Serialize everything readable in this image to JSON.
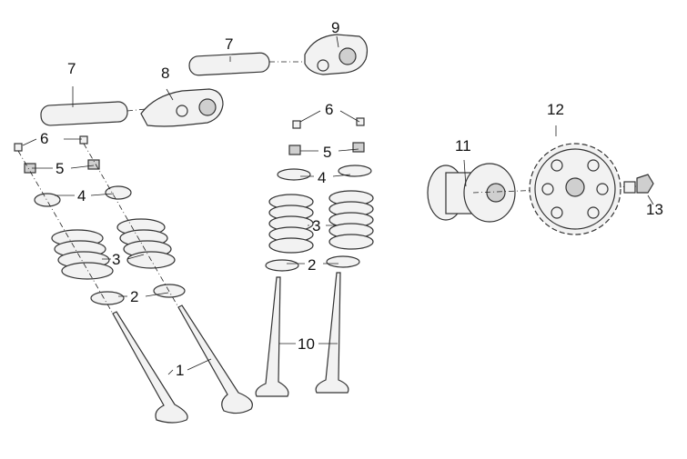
{
  "diagram": {
    "labels": {
      "rocker_shaft_left": "7",
      "rocker_shaft_right": "7",
      "rocker_arm_left": "8",
      "rocker_arm_right": "9",
      "cotter_left": "6",
      "retainer_cap_left": "5",
      "spring_retainer_left": "4",
      "valve_spring_left": "3",
      "spring_seat_left": "2",
      "intake_valve": "1",
      "cotter_right": "6",
      "retainer_cap_right": "5",
      "spring_retainer_right": "4",
      "valve_spring_right": "3",
      "spring_seat_right": "2",
      "exhaust_valve": "10",
      "camshaft": "11",
      "cam_sprocket": "12",
      "sprocket_bolt": "13"
    }
  }
}
